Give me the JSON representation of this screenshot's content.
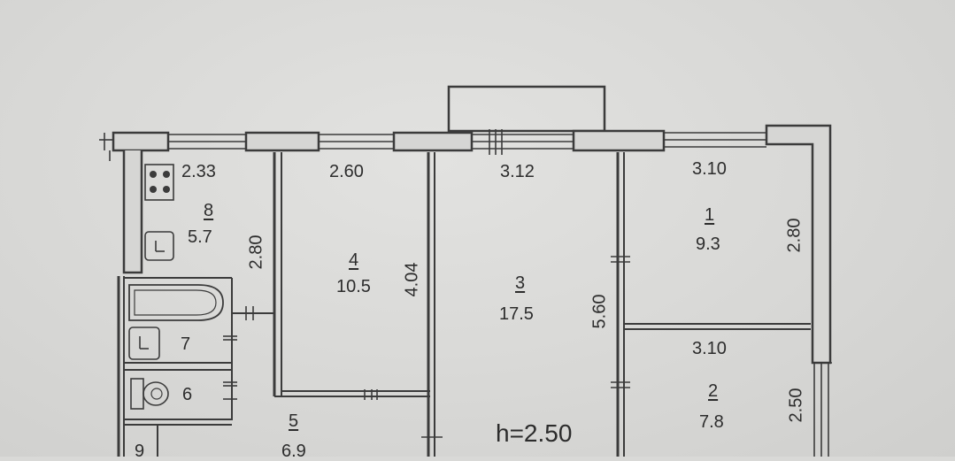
{
  "plan": {
    "height_label": "h=2.50",
    "colors": {
      "wall": "#3b3b3b",
      "paper": "#d9d9d7",
      "ink": "#2c2c2c"
    },
    "rooms": [
      {
        "number": "1",
        "area": "9.3"
      },
      {
        "number": "2",
        "area": "7.8"
      },
      {
        "number": "3",
        "area": "17.5"
      },
      {
        "number": "4",
        "area": "10.5"
      },
      {
        "number": "5",
        "area": "6.9"
      },
      {
        "number": "6"
      },
      {
        "number": "7"
      },
      {
        "number": "8",
        "area": "5.7"
      },
      {
        "number": "9"
      }
    ],
    "dimensions": {
      "d_233": "2.33",
      "d_260": "2.60",
      "d_312": "3.12",
      "d_310_top": "3.10",
      "d_310_mid": "3.10",
      "d_280": "2.80",
      "d_404": "4.04",
      "d_560": "5.60",
      "d_280_room1": "2.80",
      "d_250": "2.50"
    },
    "fixtures": [
      "stove-icon",
      "sink-icon",
      "bathtub-icon",
      "washbasin-icon",
      "toilet-icon"
    ]
  }
}
